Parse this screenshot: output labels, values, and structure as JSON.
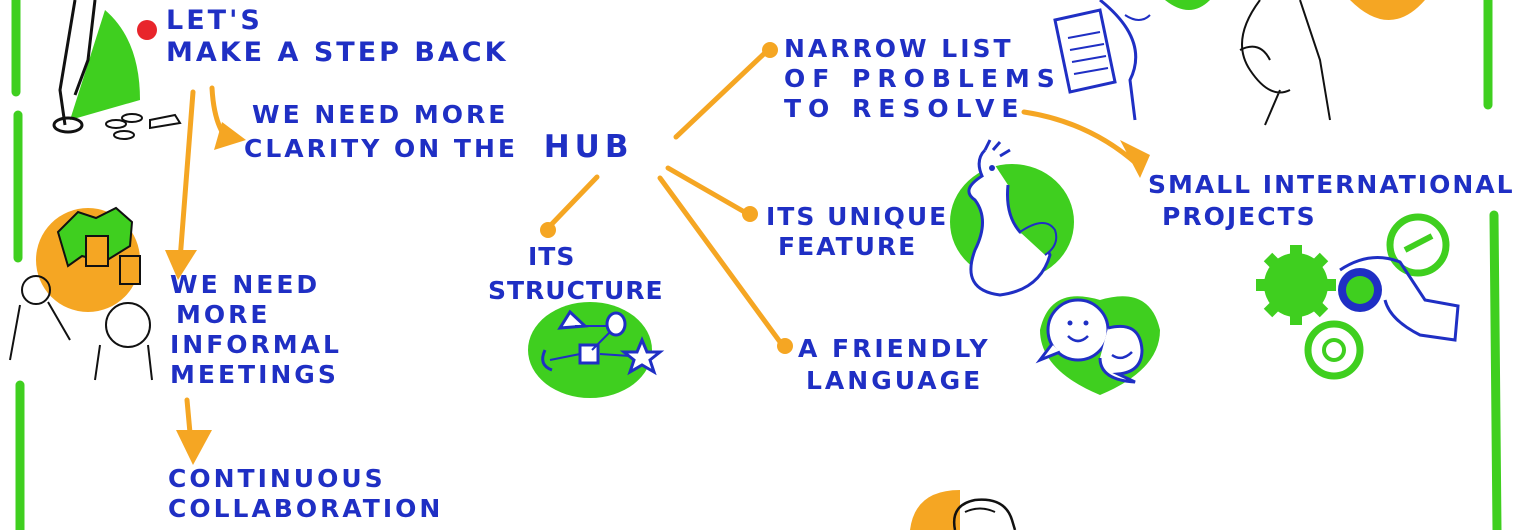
{
  "colors": {
    "ink_blue": "#1f2fc4",
    "accent_orange": "#f5a623",
    "accent_green": "#3fcf1f",
    "bullet_red": "#e8252b",
    "sketch_black": "#111111"
  },
  "nodes": {
    "step_back": {
      "line1": "LET'S",
      "line2": "MAKE A STEP BACK"
    },
    "clarity": {
      "line1": "WE NEED MORE",
      "line2": "CLARITY ON THE",
      "hub_word": "HUB"
    },
    "informal": {
      "line1": "WE NEED",
      "line2": "MORE",
      "line3": "INFORMAL",
      "line4": "MEETINGS"
    },
    "collaboration": {
      "line1": "CONTINUOUS",
      "line2": "COLLABORATION"
    },
    "structure": {
      "line1": "ITS",
      "line2": "STRUCTURE"
    },
    "problems": {
      "line1": "NARROW LIST",
      "line2": "OF PROBLEMS",
      "line3": "TO RESOLVE"
    },
    "feature": {
      "line1": "ITS UNIQUE",
      "line2": "FEATURE"
    },
    "language": {
      "line1": "A FRIENDLY",
      "line2": "LANGUAGE"
    },
    "projects": {
      "line1": "SMALL INTERNATIONAL",
      "line2": "PROJECTS"
    }
  },
  "icons": [
    "walking-person-icon",
    "toasting-people-icon",
    "structure-shapes-icon",
    "reading-person-icon",
    "thinking-person-icon",
    "peacock-icon",
    "chat-faces-icon",
    "gears-globe-hand-icon",
    "person-head-icon"
  ]
}
